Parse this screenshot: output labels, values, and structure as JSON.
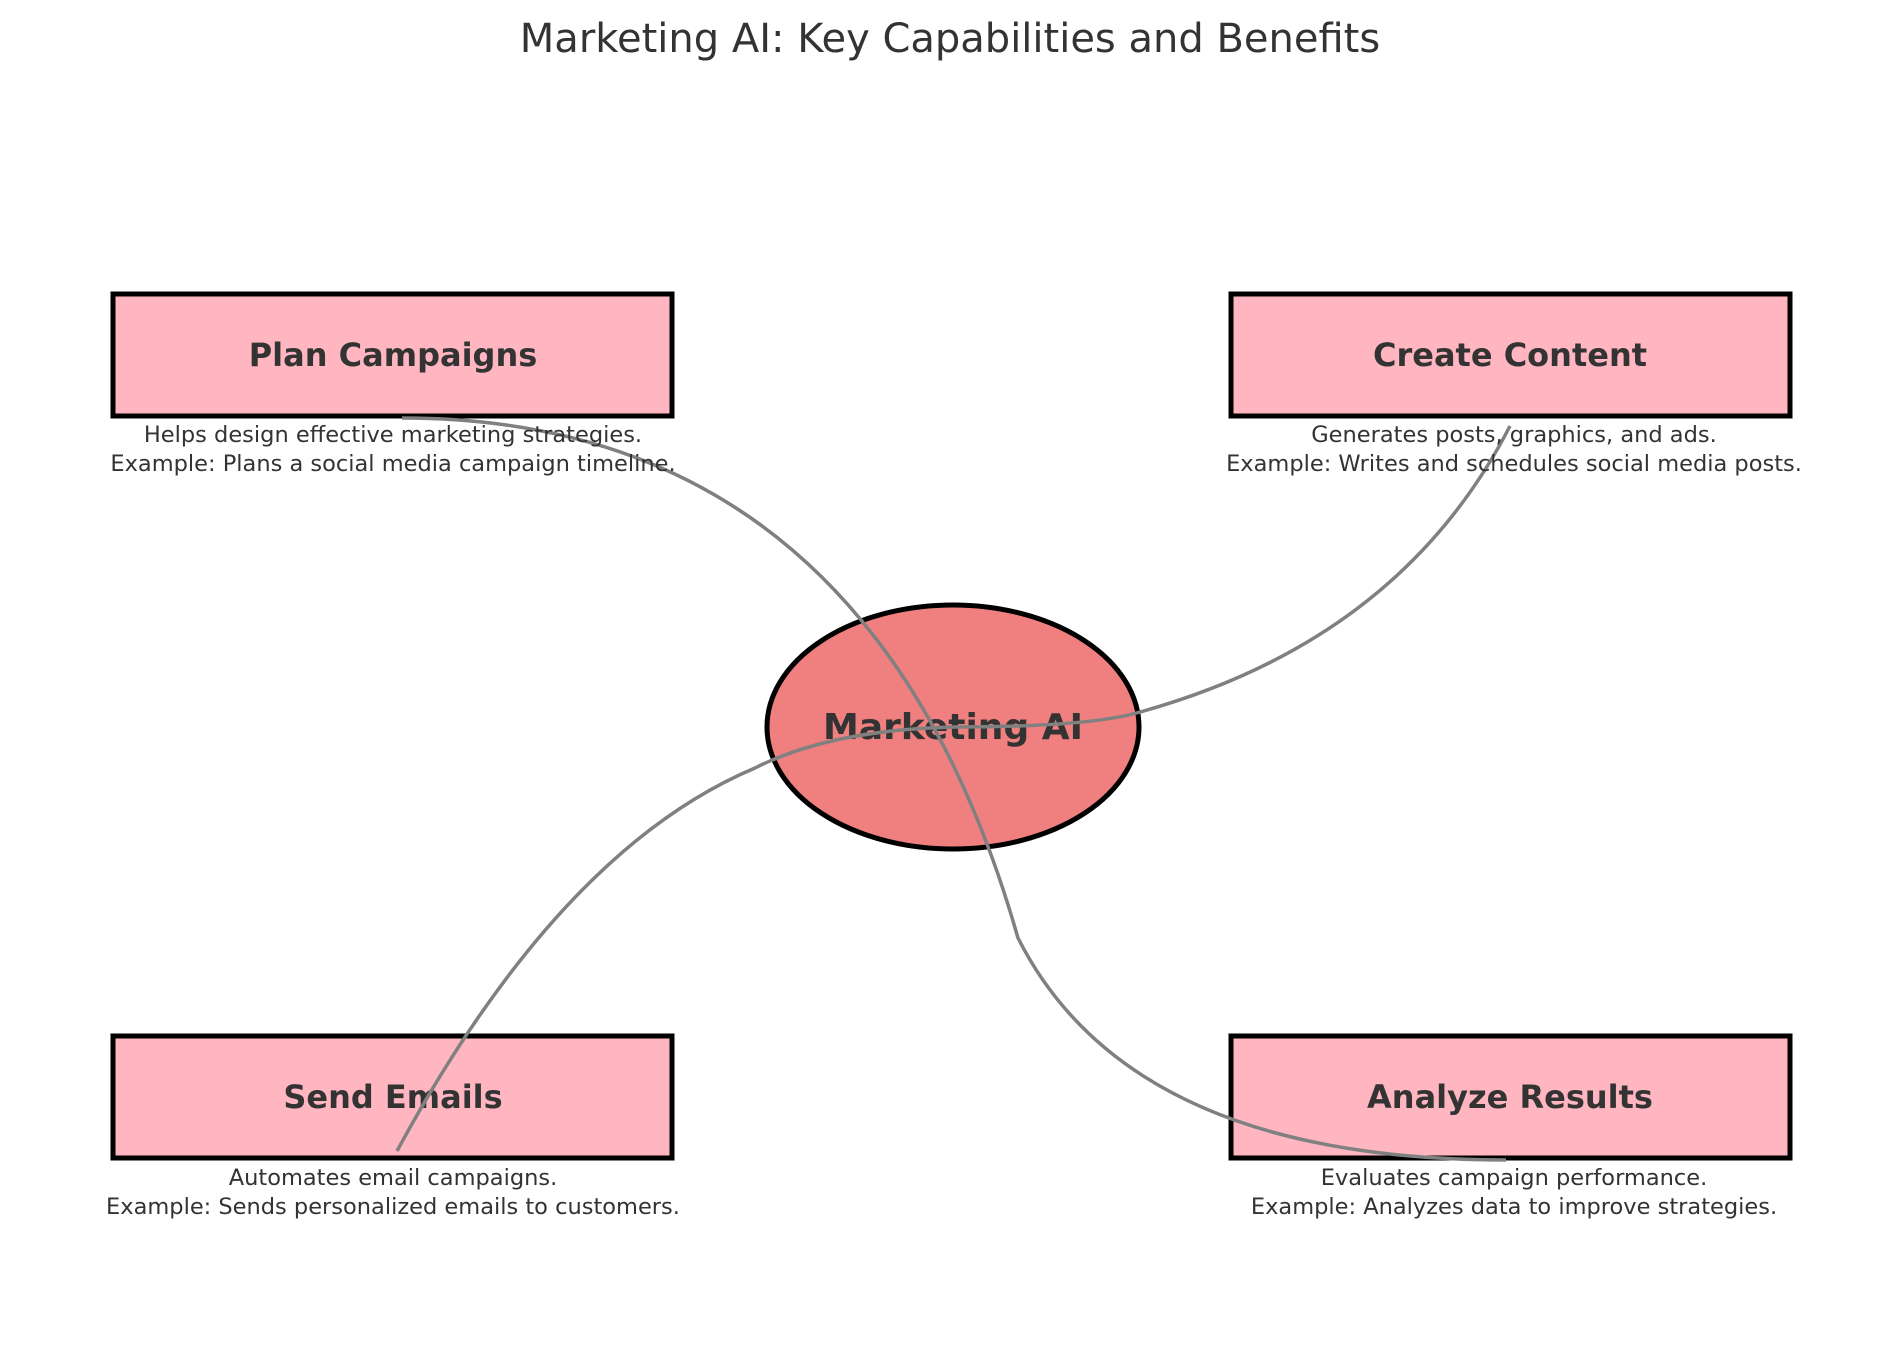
{
  "title": "Marketing AI: Key Capabilities and Benefits",
  "center": {
    "label": "Marketing AI",
    "color": "#f08080"
  },
  "box_color": "#ffb6c1",
  "line_color": "#808080",
  "capabilities": [
    {
      "label": "Plan Campaigns",
      "description": "Helps design effective marketing strategies.",
      "example": "Example: Plans a social media campaign timeline."
    },
    {
      "label": "Create Content",
      "description": "Generates posts, graphics, and ads.",
      "example": "Example: Writes and schedules social media posts."
    },
    {
      "label": "Send Emails",
      "description": "Automates email campaigns.",
      "example": "Example: Sends personalized emails to customers."
    },
    {
      "label": "Analyze Results",
      "description": "Evaluates campaign performance.",
      "example": "Example: Analyzes data to improve strategies."
    }
  ]
}
